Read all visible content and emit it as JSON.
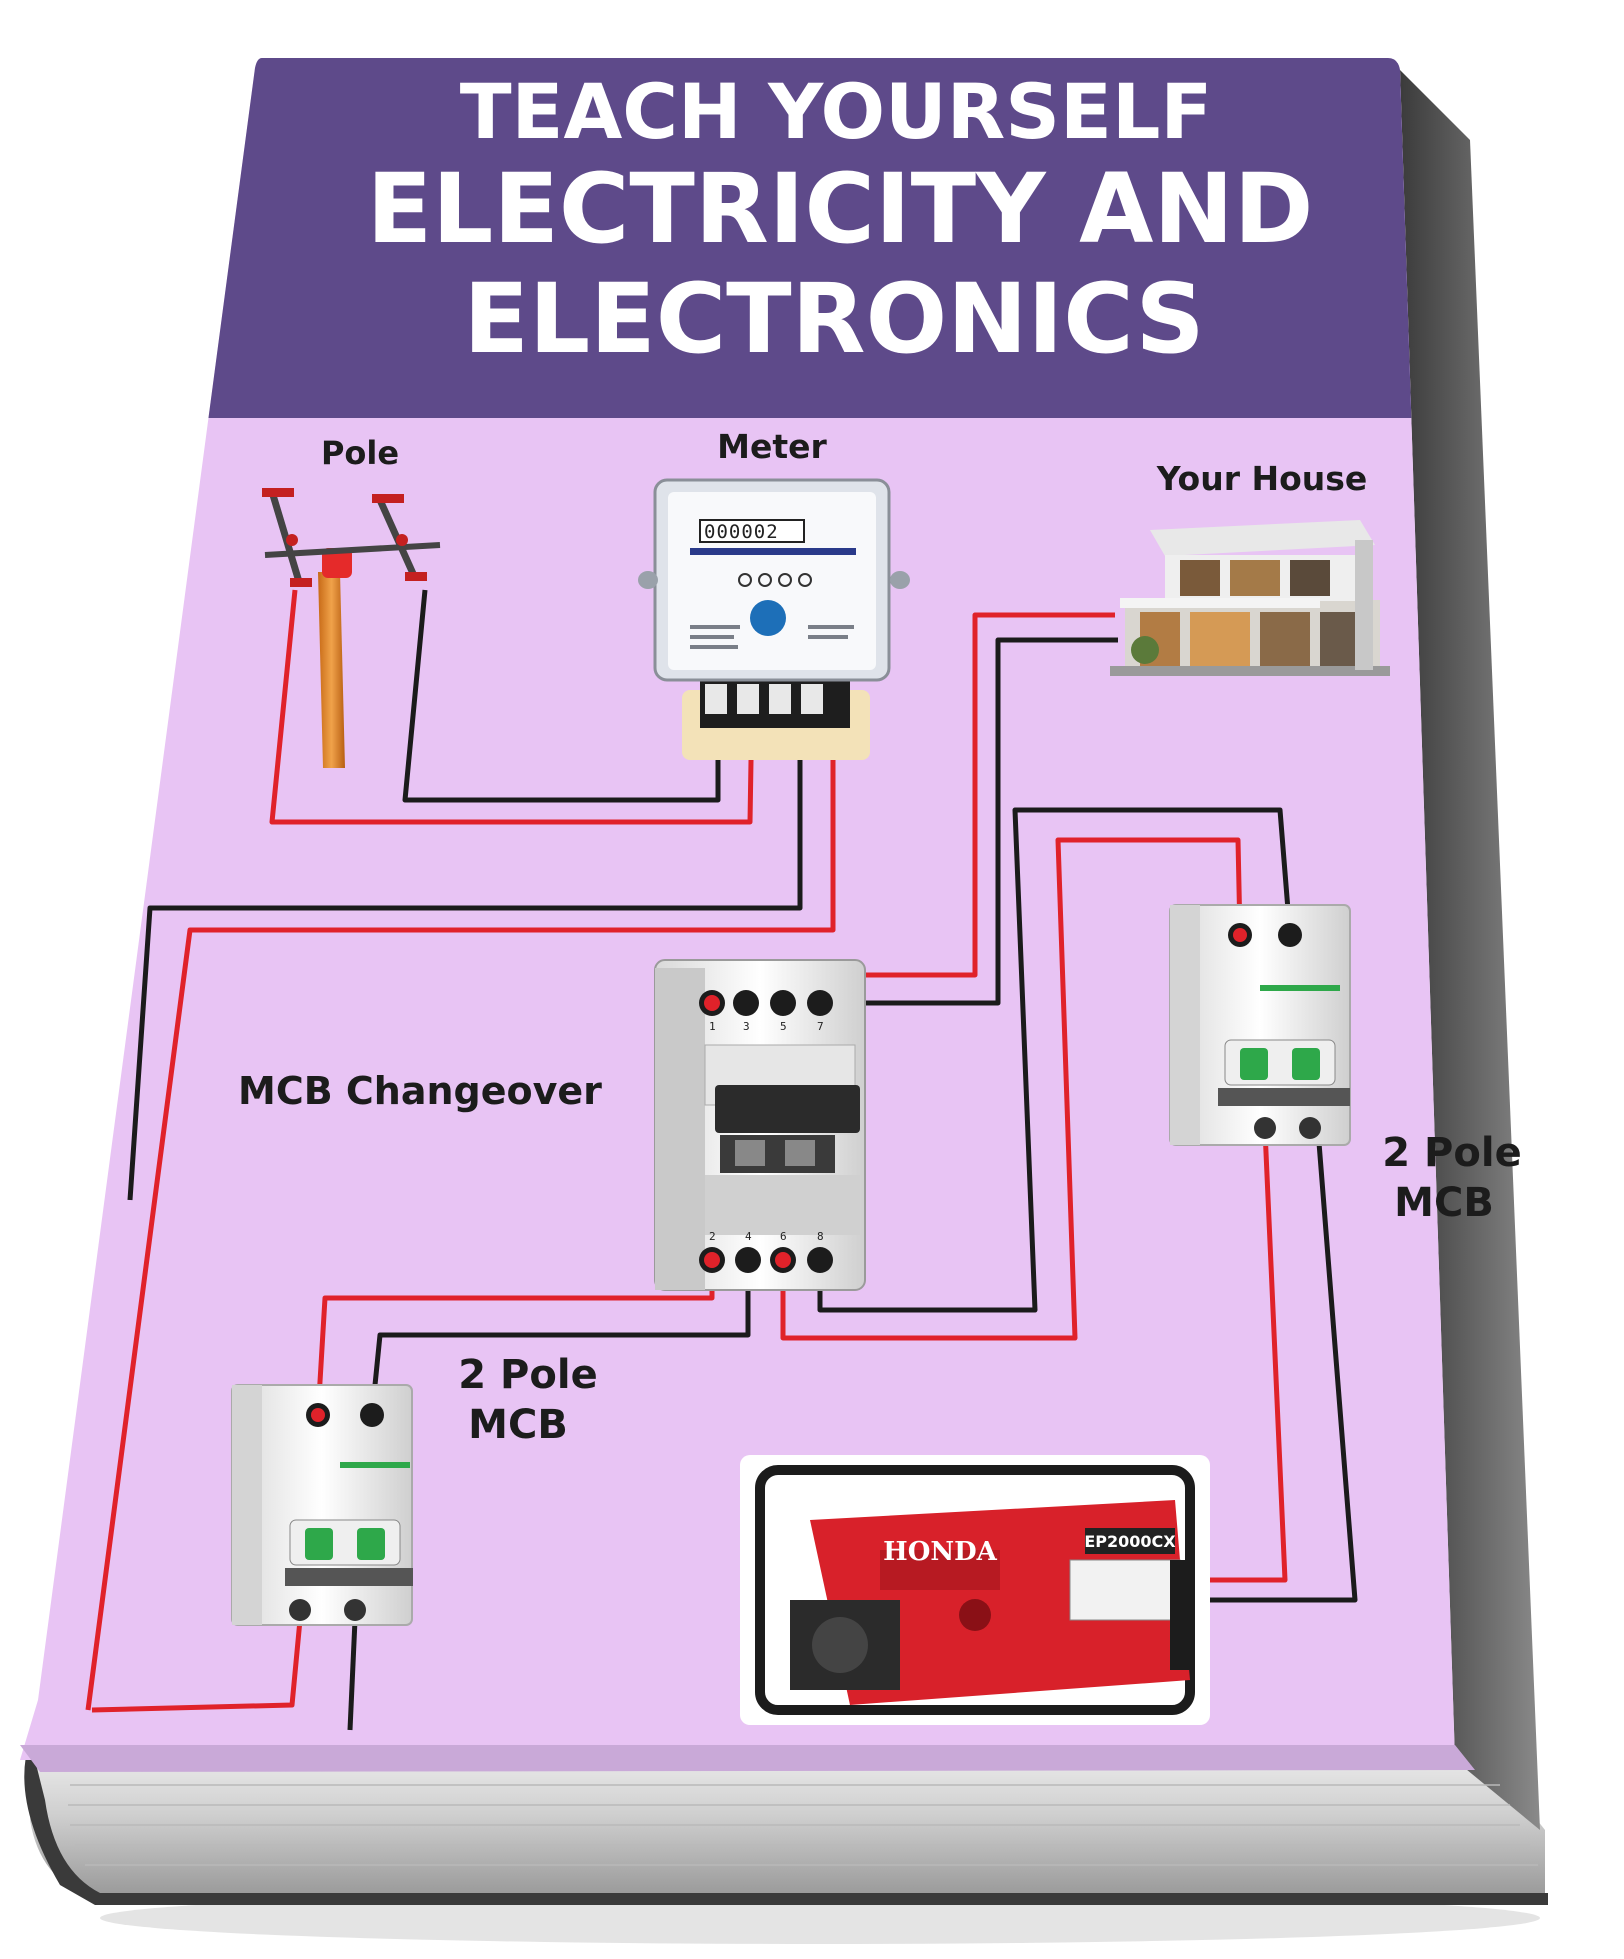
{
  "cover": {
    "title_line1": "TEACH YOURSELF",
    "title_line2": "ELECTRICITY AND",
    "title_line3": "ELECTRONICS",
    "colors": {
      "title_band": "#5e4a8a",
      "cover_bg": "#e8c4f4",
      "wire_live": "#e0222a",
      "wire_neutral": "#1b1b1b"
    }
  },
  "diagram": {
    "pole_label": "Pole",
    "meter_label": "Meter",
    "meter_reading": "000002",
    "house_label": "Your House",
    "changeover_label": "MCB Changeover",
    "mcb_right_line1": "2 Pole",
    "mcb_right_line2": "MCB",
    "mcb_left_line1": "2 Pole",
    "mcb_left_line2": "MCB",
    "generator_brand": "HONDA",
    "generator_model": "EP2000CX",
    "changeover_terminals_top": [
      "1",
      "3",
      "5",
      "7"
    ],
    "changeover_terminals_bottom": [
      "2",
      "4",
      "6",
      "8"
    ]
  }
}
